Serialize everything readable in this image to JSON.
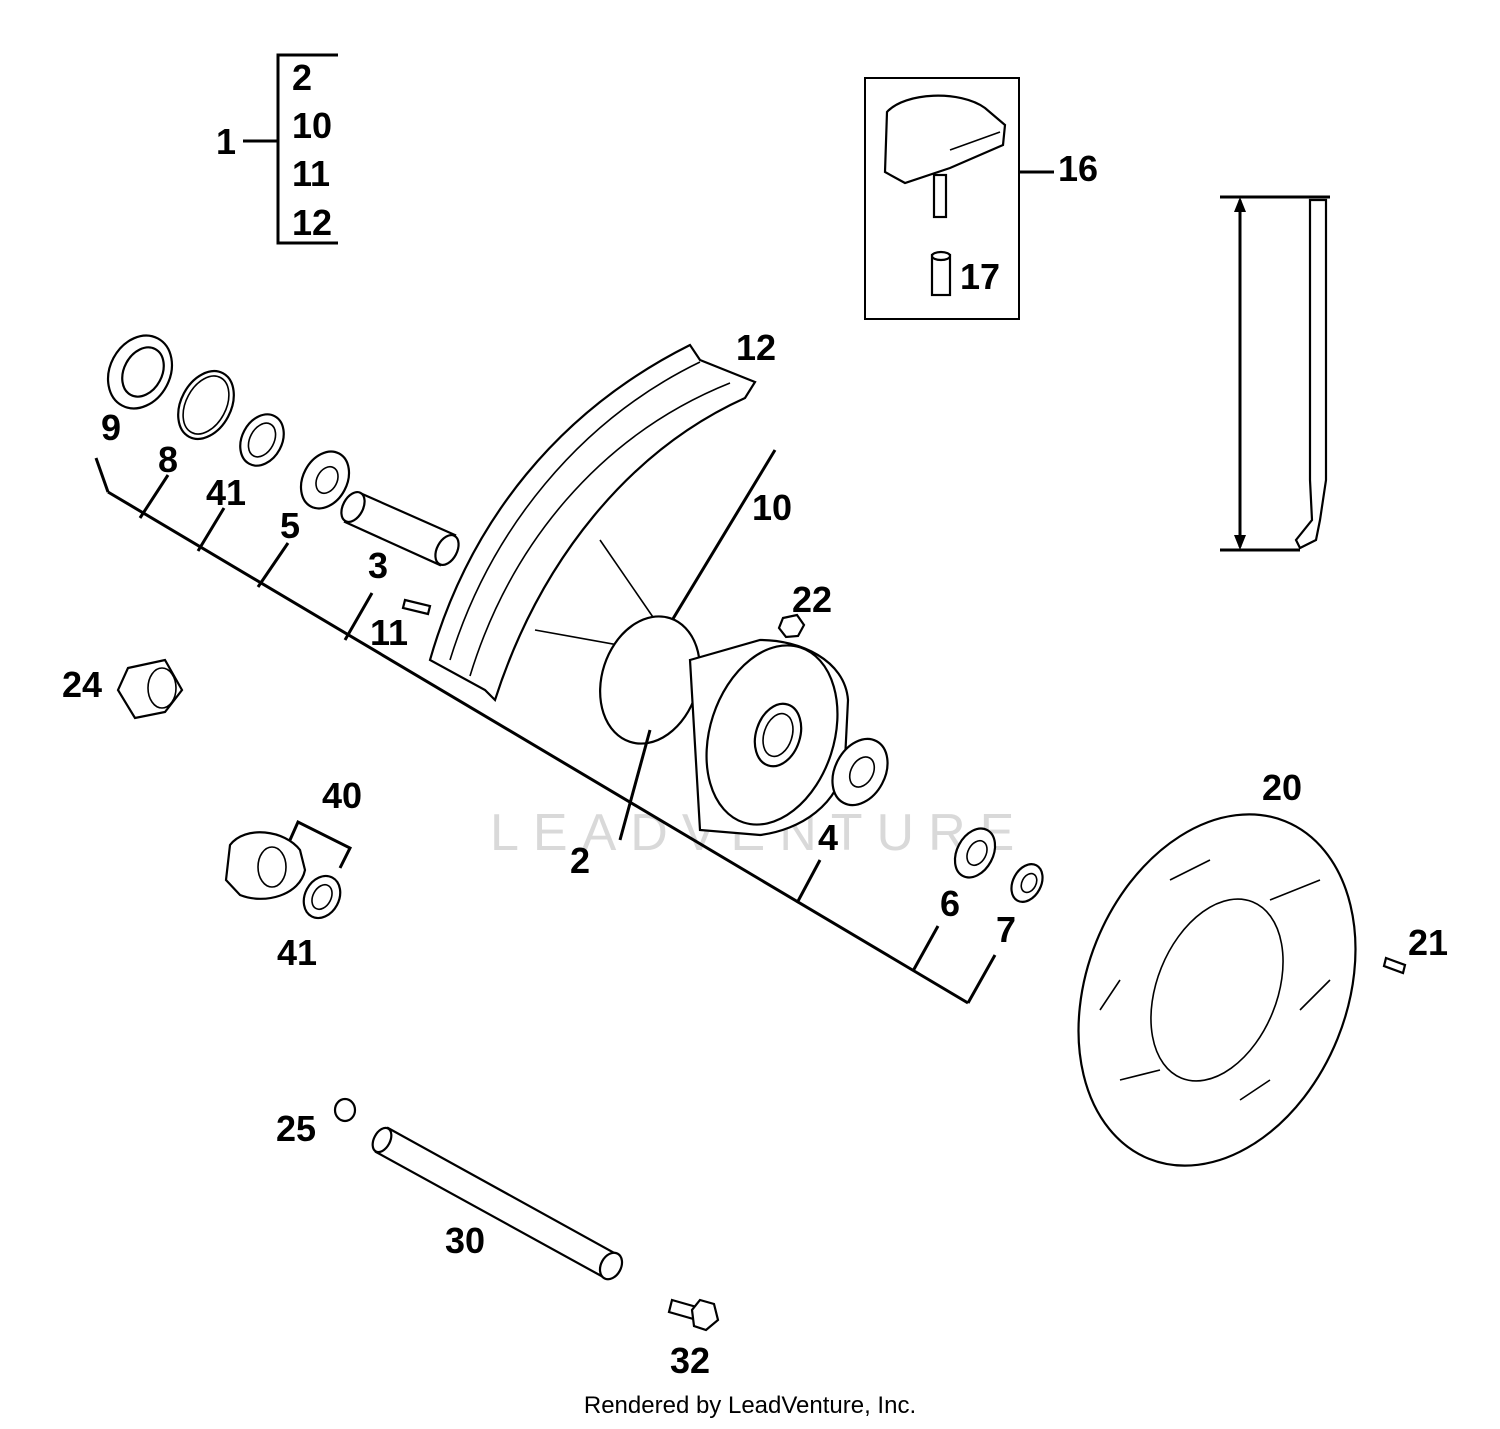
{
  "watermark": "LEADVENTURE",
  "footer": "Rendered by LeadVenture, Inc.",
  "callouts": {
    "c1": "1",
    "c1_2": "2",
    "c1_10": "10",
    "c1_11": "11",
    "c1_12": "12",
    "c2": "2",
    "c3": "3",
    "c4": "4",
    "c5": "5",
    "c6": "6",
    "c7": "7",
    "c8": "8",
    "c9": "9",
    "c10": "10",
    "c11": "11",
    "c12": "12",
    "c16": "16",
    "c17": "17",
    "c20": "20",
    "c21": "21",
    "c22": "22",
    "c24": "24",
    "c25": "25",
    "c30": "30",
    "c32": "32",
    "c40": "40",
    "c41a": "41",
    "c41b": "41"
  }
}
